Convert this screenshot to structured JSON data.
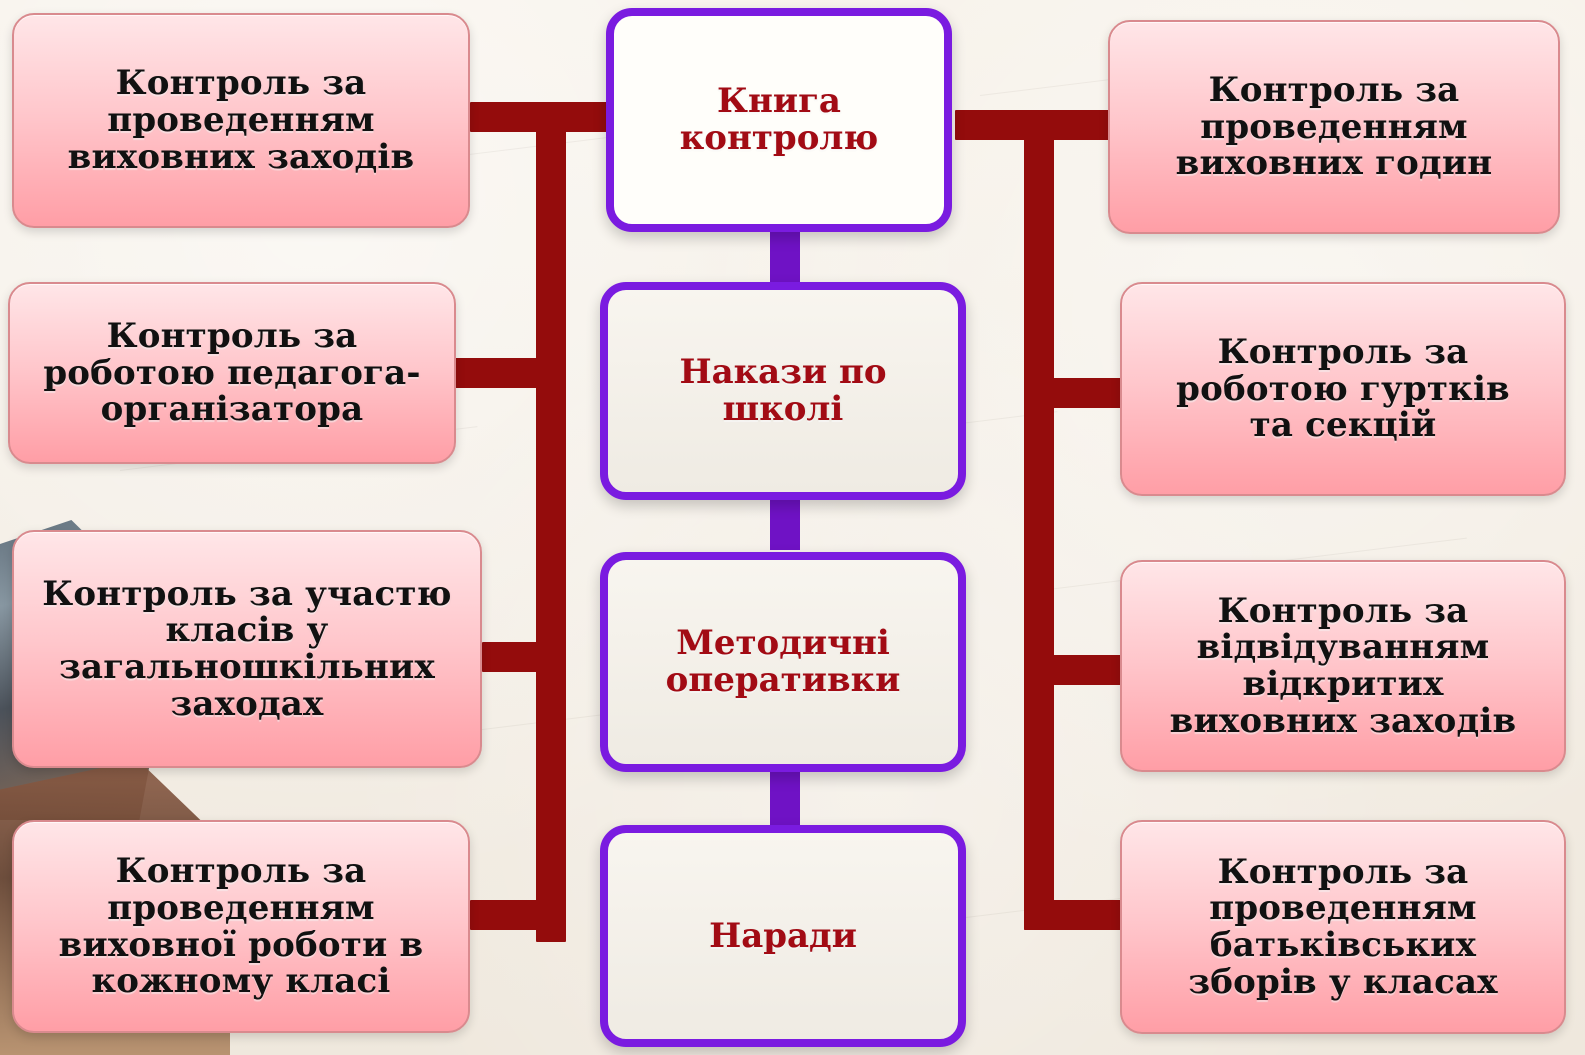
{
  "diagram": {
    "left": [
      "Контроль за\nпроведенням\nвиховних заходів",
      "Контроль за\nроботою педагога-\nорганізатора",
      "Контроль за участю\nкласів у\nзагальношкільних\nзаходах",
      "Контроль за\nпроведенням\nвиховної роботи в\nкожному класі"
    ],
    "center": [
      "Книга\nконтролю",
      "Накази по\nшколі",
      "Методичні\nоперативки",
      "Наради"
    ],
    "right": [
      "Контроль за\nпроведенням\nвиховних годин",
      "Контроль за\nроботою гуртків\nта секцій",
      "Контроль за\nвідвідуванням\nвідкритих\nвиховних заходів",
      "Контроль за\nпроведенням\nбатьківських\nзборів у класах"
    ]
  },
  "colors": {
    "connector": "#940c0c",
    "center_border": "#7a1be0",
    "center_text": "#a20b14",
    "side_box_top": "#ffe6e8",
    "side_box_bottom": "#ff9ea6"
  }
}
